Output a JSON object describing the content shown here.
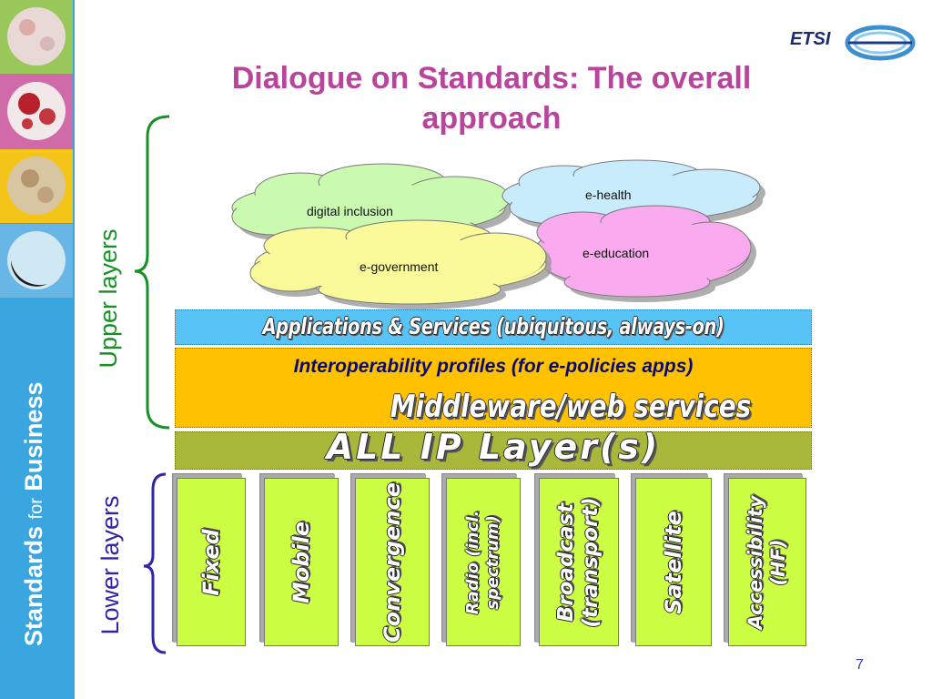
{
  "title": "Dialogue on Standards: The overall approach",
  "sidebar": {
    "brand_text_main": "Standards",
    "brand_text_for": "for",
    "brand_text_business": "Business"
  },
  "logo_text": "ETSI",
  "labels": {
    "upper": "Upper layers",
    "lower": "Lower layers"
  },
  "clouds": {
    "digital_inclusion": "digital inclusion",
    "e_health": "e-health",
    "e_government": "e-government",
    "e_education": "e-education"
  },
  "layers": {
    "applications": "Applications & Services (ubiquitous, always-on)",
    "interop": "Interoperability profiles (for e-policies apps)",
    "middleware": "Middleware/web services",
    "all_ip": "ALL IP Layer(s)"
  },
  "technologies": [
    "Fixed",
    "Mobile",
    "Convergence",
    "Radio (incl. spectrum)",
    "Broadcast (transport)",
    "Satellite",
    "Accessibility (HF)"
  ],
  "page_number": "7",
  "colors": {
    "title": "#b9449b",
    "upper_label": "#159127",
    "lower_label": "#3024a8",
    "sidebar": "#3aa6df",
    "apps_band": "#57c3f7",
    "middleware_band": "#ffc100",
    "ip_band": "#a9b73b",
    "tech_box": "#ccff44",
    "cloud_green": "#c9fab0",
    "cloud_blue": "#c8ecfc",
    "cloud_yellow": "#fafa9a",
    "cloud_pink": "#faaaee"
  }
}
